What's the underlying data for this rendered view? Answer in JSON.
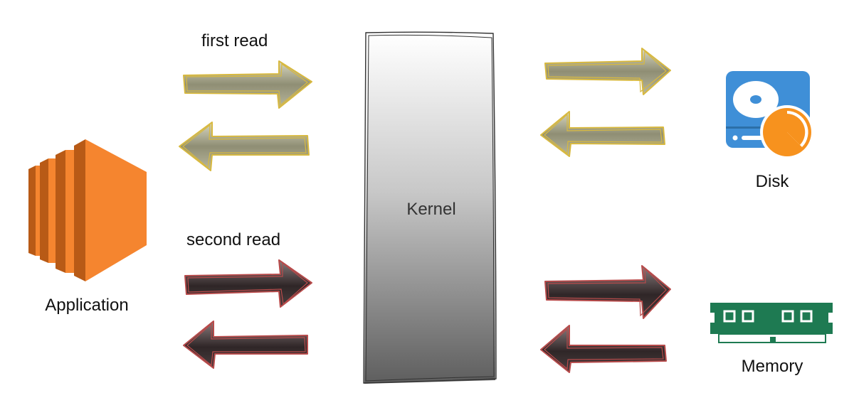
{
  "diagram": {
    "phases": [
      {
        "label": "first read",
        "arrow_fill": "#9a997e",
        "arrow_stroke": "#d8b93f"
      },
      {
        "label": "second read",
        "arrow_fill": "#3a3233",
        "arrow_stroke": "#b84b4b"
      }
    ],
    "kernel": {
      "label": "Kernel"
    },
    "application": {
      "label": "Application",
      "color": "#f5852f"
    },
    "disk": {
      "label": "Disk",
      "body_color": "#3f8fd7",
      "pie_color": "#f7921e"
    },
    "memory": {
      "label": "Memory",
      "color": "#1e7a52"
    }
  }
}
